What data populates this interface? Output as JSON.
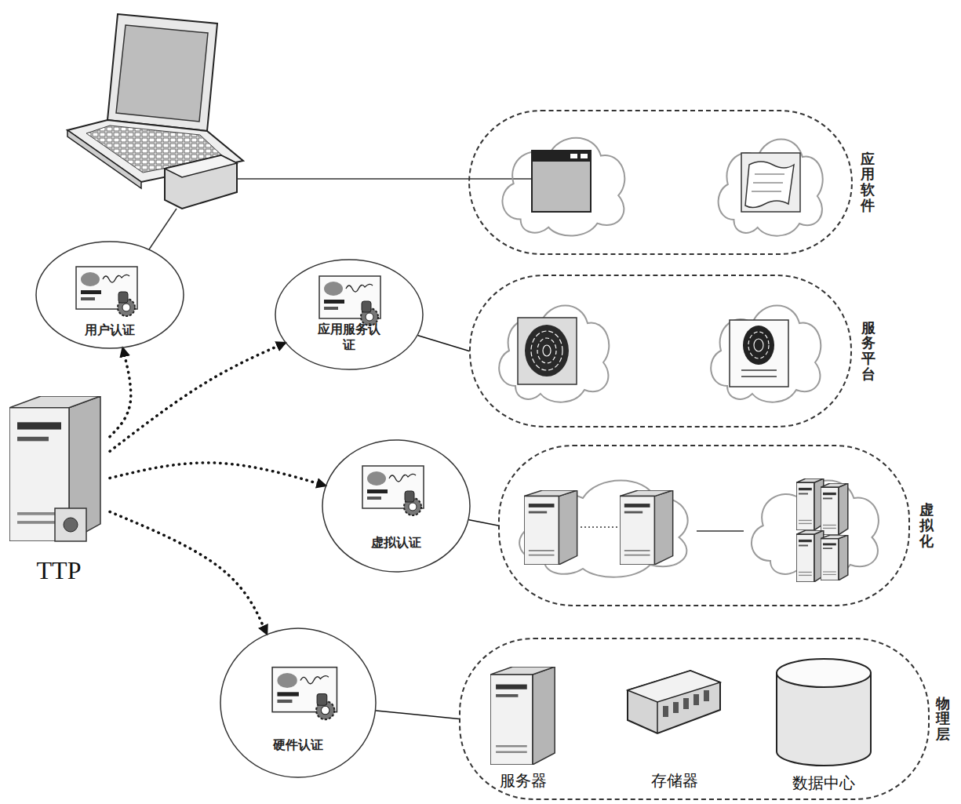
{
  "diagram": {
    "nodes": [
      {
        "text": [
          "应用软件"
        ]
      },
      {
        "text": [
          "用户认证"
        ]
      },
      {
        "text": [
          "应用服务认证"
        ]
      },
      {
        "text": [
          "服务平台"
        ]
      },
      {
        "text": [
          "TTP"
        ]
      },
      {
        "text": [
          "虚拟认证"
        ]
      },
      {
        "text": [
          "虚拟化"
        ]
      },
      {
        "text": [
          "硬件认证"
        ]
      },
      {
        "text": [
          "物理层"
        ]
      }
    ],
    "edges": [
      {
        "from": 4,
        "to": 1,
        "arrow": "to"
      },
      {
        "from": 4,
        "to": 2,
        "arrow": "to"
      },
      {
        "from": 4,
        "to": 5,
        "arrow": "to"
      },
      {
        "from": 4,
        "to": 7,
        "arrow": "to"
      },
      {
        "from": 2,
        "to": 3,
        "arrow": "none"
      },
      {
        "from": 5,
        "to": 6,
        "arrow": "none"
      },
      {
        "from": 7,
        "to": 8,
        "arrow": "none"
      }
    ],
    "labels": [
      "服务器",
      "存储器",
      "数据中心"
    ]
  }
}
